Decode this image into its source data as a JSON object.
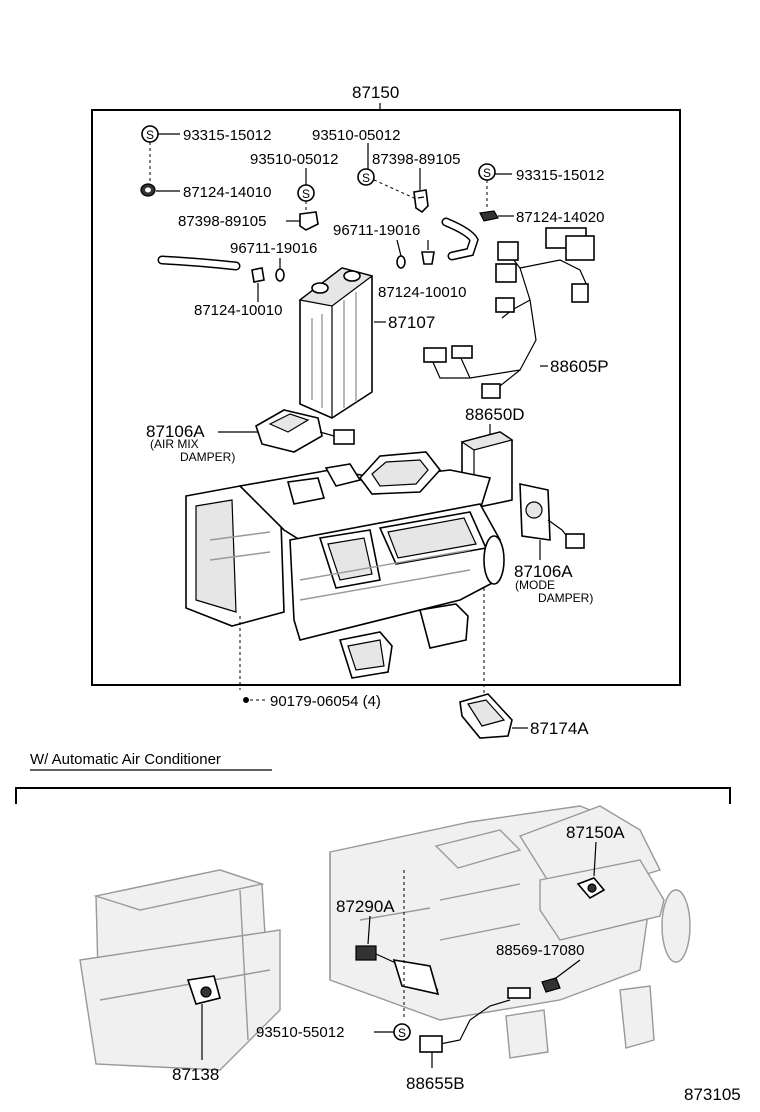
{
  "diagram": {
    "assembly_number": "87150",
    "figure_number": "873105",
    "section_title": "W/ Automatic Air Conditioner"
  },
  "callouts": {
    "screw_93315_top_left": "93315-15012",
    "screw_93510_top": "93510-05012",
    "screw_93510_second": "93510-05012",
    "bracket_87398_right": "87398-89105",
    "screw_93315_top_right": "93315-15012",
    "clip_87124_14010": "87124-14010",
    "bracket_87398_left": "87398-89105",
    "clip_87124_14020": "87124-14020",
    "oring_96711_right": "96711-19016",
    "oring_96711_left": "96711-19016",
    "clip_87124_10010_right": "87124-10010",
    "clip_87124_10010_left": "87124-10010",
    "heater_core_87107": "87107",
    "wire_harness_88605P": "88605P",
    "amplifier_88650D": "88650D",
    "servo_airmix_87106A": "87106A",
    "servo_airmix_desc_line1": "(AIR MIX",
    "servo_airmix_desc_line2": "DAMPER)",
    "servo_mode_87106A": "87106A",
    "servo_mode_desc_line1": "(MODE",
    "servo_mode_desc_line2": "DAMPER)",
    "screw_90179": "90179-06054 (4)",
    "duct_87174A": "87174A",
    "sensor_87150A": "87150A",
    "sensor_87290A": "87290A",
    "clamp_88569": "88569-17080",
    "screw_93510_55012": "93510-55012",
    "sensor_87138": "87138",
    "sensor_88655B": "88655B"
  },
  "symbols": {
    "supplier_mark": "S"
  }
}
